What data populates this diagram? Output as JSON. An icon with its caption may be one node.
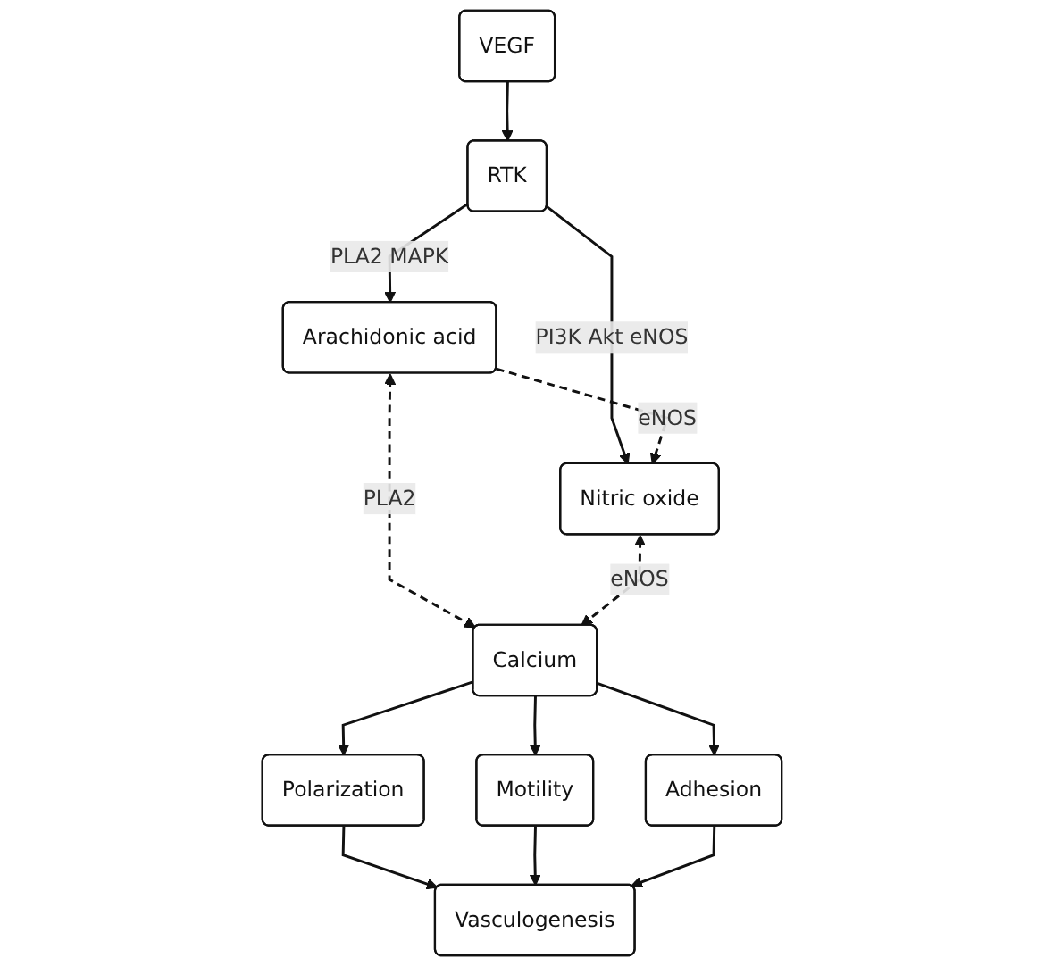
{
  "diagram": {
    "nodes": [
      {
        "text": [
          "VEGF"
        ]
      },
      {
        "text": [
          "RTK"
        ]
      },
      {
        "text": [
          "Arachidonic acid"
        ]
      },
      {
        "text": [
          "Nitric oxide"
        ]
      },
      {
        "text": [
          "Calcium"
        ]
      },
      {
        "text": [
          "Polarization"
        ]
      },
      {
        "text": [
          "Motility"
        ]
      },
      {
        "text": [
          "Adhesion"
        ]
      },
      {
        "text": [
          "Vasculogenesis"
        ]
      }
    ],
    "edges": [
      {
        "from": 0,
        "to": 1,
        "arrow": "to"
      },
      {
        "from": 1,
        "to": 2,
        "arrow": "to",
        "label": "PLA2 MAPK"
      },
      {
        "from": 1,
        "to": 3,
        "arrow": "to",
        "label": "PI3K Akt eNOS"
      },
      {
        "from": 2,
        "to": 3,
        "arrow": "to",
        "label": "eNOS",
        "style": "dashed"
      },
      {
        "from": 2,
        "to": 4,
        "arrow": "both",
        "label": "PLA2",
        "style": "dashed"
      },
      {
        "from": 3,
        "to": 4,
        "arrow": "both",
        "label": "eNOS",
        "style": "dashed"
      },
      {
        "from": 4,
        "to": 5,
        "arrow": "to"
      },
      {
        "from": 4,
        "to": 6,
        "arrow": "to"
      },
      {
        "from": 4,
        "to": 7,
        "arrow": "to"
      },
      {
        "from": 5,
        "to": 8,
        "arrow": "to"
      },
      {
        "from": 6,
        "to": 8,
        "arrow": "to"
      },
      {
        "from": 7,
        "to": 8,
        "arrow": "to"
      }
    ]
  }
}
